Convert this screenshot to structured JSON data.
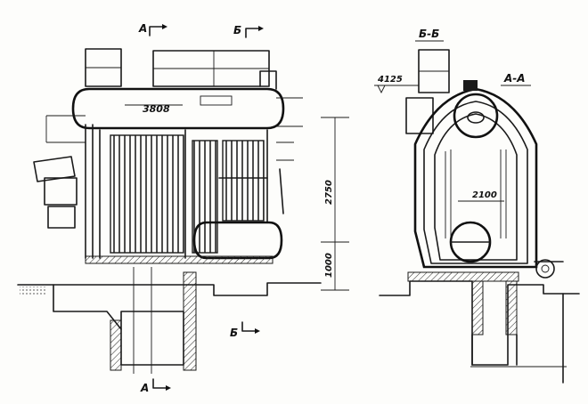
{
  "drawing": {
    "section_markers": {
      "a_top": "А",
      "b_top": "Б",
      "b_bottom": "Б",
      "a_bottom": "А"
    },
    "view_titles": {
      "section_bb": "Б-Б",
      "section_aa": "А-А"
    },
    "dimensions": {
      "drum_length": "3808",
      "height_main": "2750",
      "height_lower": "1000",
      "elevation_mark": "4125",
      "inner_width": "2100"
    }
  }
}
